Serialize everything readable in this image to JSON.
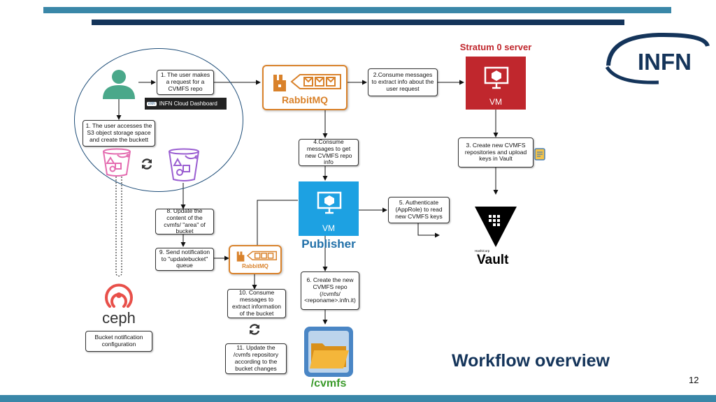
{
  "slide": {
    "title": "Workflow overview",
    "page_number": "12",
    "logo": "INFN"
  },
  "circle": {
    "dashboard_label": "INFN Cloud Dashboard",
    "dashboard_badge": "infn"
  },
  "steps": {
    "s1_request": "1. The user makes a request for a CVMFS repo",
    "s1_access": "1. The user accesses the S3 object storage space and create the buckett",
    "s2": "2.Consume messages to extract info about the user request",
    "s3": "3. Create new CVMFS repositories and upload keys in Vault",
    "s4": "4.Consume messages to get new CVMFS repo info",
    "s5": "5. Authenticate (AppRole) to read new CVMFS keys",
    "s6": "6. Create the new CVMFS repo (/cvmfs/ <reponame>.infn.it)",
    "s8": "8. Update the content of the cvmfs/ \"area\" of bucket",
    "s9": "9. Send notification to \"updatebucket\" queue",
    "s10": "10. Consume messages to extract information of the bucket",
    "s11": "11. Update the /cvmfs repository according to the bucket changes",
    "bucket_notification": "Bucket notification configuration"
  },
  "labels": {
    "rabbitmq_main": "RabbitMQ",
    "rabbitmq_small": "RabbitMQ",
    "stratum0": "Stratum 0 server",
    "vm_stratum": "VM",
    "vm_publisher": "VM",
    "publisher": "Publisher",
    "cvmfs": "/cvmfs",
    "ceph": "ceph",
    "vault": "Vault",
    "hashicorp": "HashiCorp"
  },
  "colors": {
    "bar_light": "#3a87a8",
    "bar_dark": "#14345a",
    "rabbitmq": "#d9822b",
    "stratum_red": "#c0272d",
    "publisher_blue": "#1da1e2",
    "title_navy": "#14345a",
    "ceph_red": "#e8504a"
  }
}
